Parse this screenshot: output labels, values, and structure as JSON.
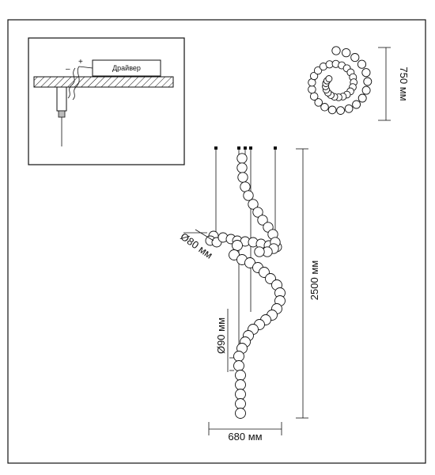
{
  "inset": {
    "driver_label": "Драйвер",
    "minus_sign": "–",
    "plus_sign": "+"
  },
  "dimensions": {
    "top_view_diameter": "750 мм",
    "total_height": "2500 мм",
    "width": "680 мм",
    "small_bead": "Ø80 мм",
    "large_bead": "Ø90 мм"
  }
}
